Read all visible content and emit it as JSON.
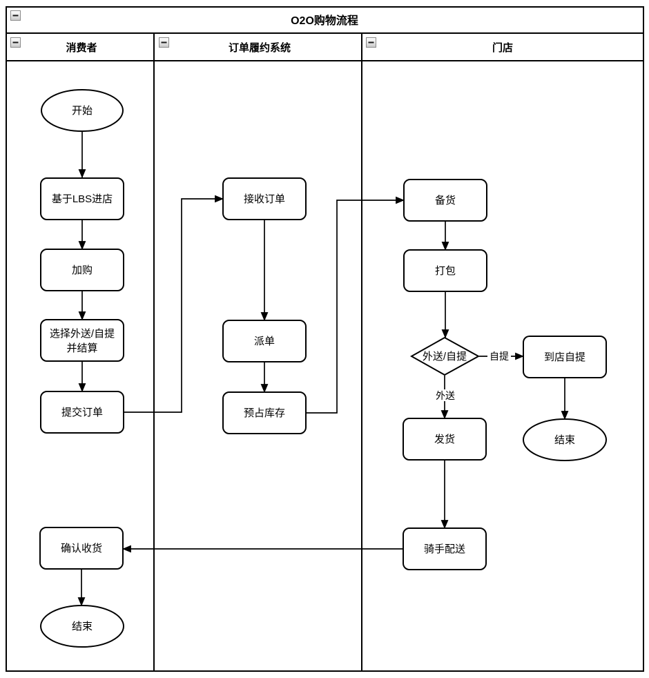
{
  "diagram": {
    "title": "O2O购物流程",
    "lanes": [
      {
        "label": "消费者"
      },
      {
        "label": "订单履约系统"
      },
      {
        "label": "门店"
      }
    ],
    "nodes": {
      "start": "开始",
      "enter_store": "基于LBS进店",
      "add_to_cart": "加购",
      "choose_line1": "选择外送/自提",
      "choose_line2": "并结算",
      "submit_order": "提交订单",
      "confirm_receipt": "确认收货",
      "end_consumer": "结束",
      "receive_order": "接收订单",
      "dispatch": "派单",
      "reserve_stock": "预占库存",
      "prepare": "备货",
      "pack": "打包",
      "decision": "外送/自提",
      "store_pickup": "到店自提",
      "end_store": "结束",
      "ship": "发货",
      "rider_delivery": "骑手配送"
    },
    "edge_labels": {
      "pickup": "自提",
      "delivery": "外送"
    },
    "colors": {
      "stroke": "#000000",
      "background": "#ffffff"
    }
  }
}
